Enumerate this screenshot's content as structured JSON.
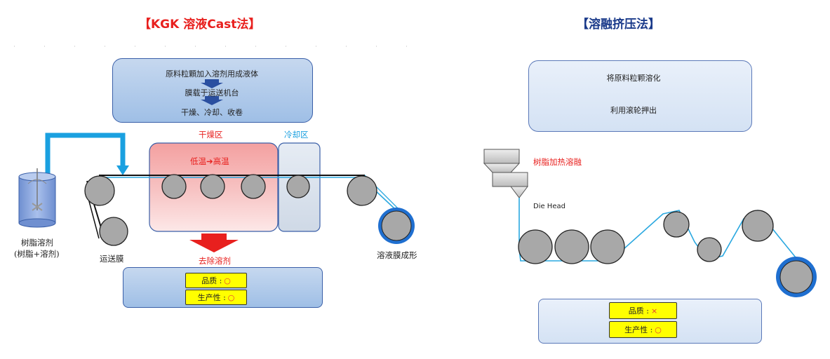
{
  "left": {
    "title": "【KGK 溶液Cast法】",
    "process_steps": [
      "原料粒顆加入溶剂用成液体",
      "膜载于运送机台",
      "干燥、冷却、收卷"
    ],
    "drying_zone_label": "干燥区",
    "cooling_zone_label": "冷却区",
    "temperature_label": "低温➔高温",
    "tank_label_line1": "树脂溶剂",
    "tank_label_line2": "(树脂+溶剂)",
    "conveyor_label": "运送膜",
    "product_label": "溶液膜成形",
    "remove_label": "去除溶剂",
    "quality_label": "品质 :",
    "quality_mark": "○",
    "productivity_label": "生产性 :",
    "productivity_mark": "○"
  },
  "right": {
    "title": "【溶融挤压法】",
    "process_steps": [
      "将原料粒颗溶化",
      "利用滚轮押出"
    ],
    "heater_label": "树脂加热溶融",
    "die_label": "Die Head",
    "quality_label": "品质 :",
    "quality_mark": "×",
    "productivity_label": "生产性 :",
    "productivity_mark": "○"
  },
  "colors": {
    "left_title": "#e8201e",
    "right_title": "#1a3a8a",
    "red_text": "#e8201e",
    "cyan_text": "#1aa0e0",
    "film_line": "#2aa8e0",
    "roller_fill": "#a8a8a8",
    "badge_fill": "#ffff00"
  }
}
